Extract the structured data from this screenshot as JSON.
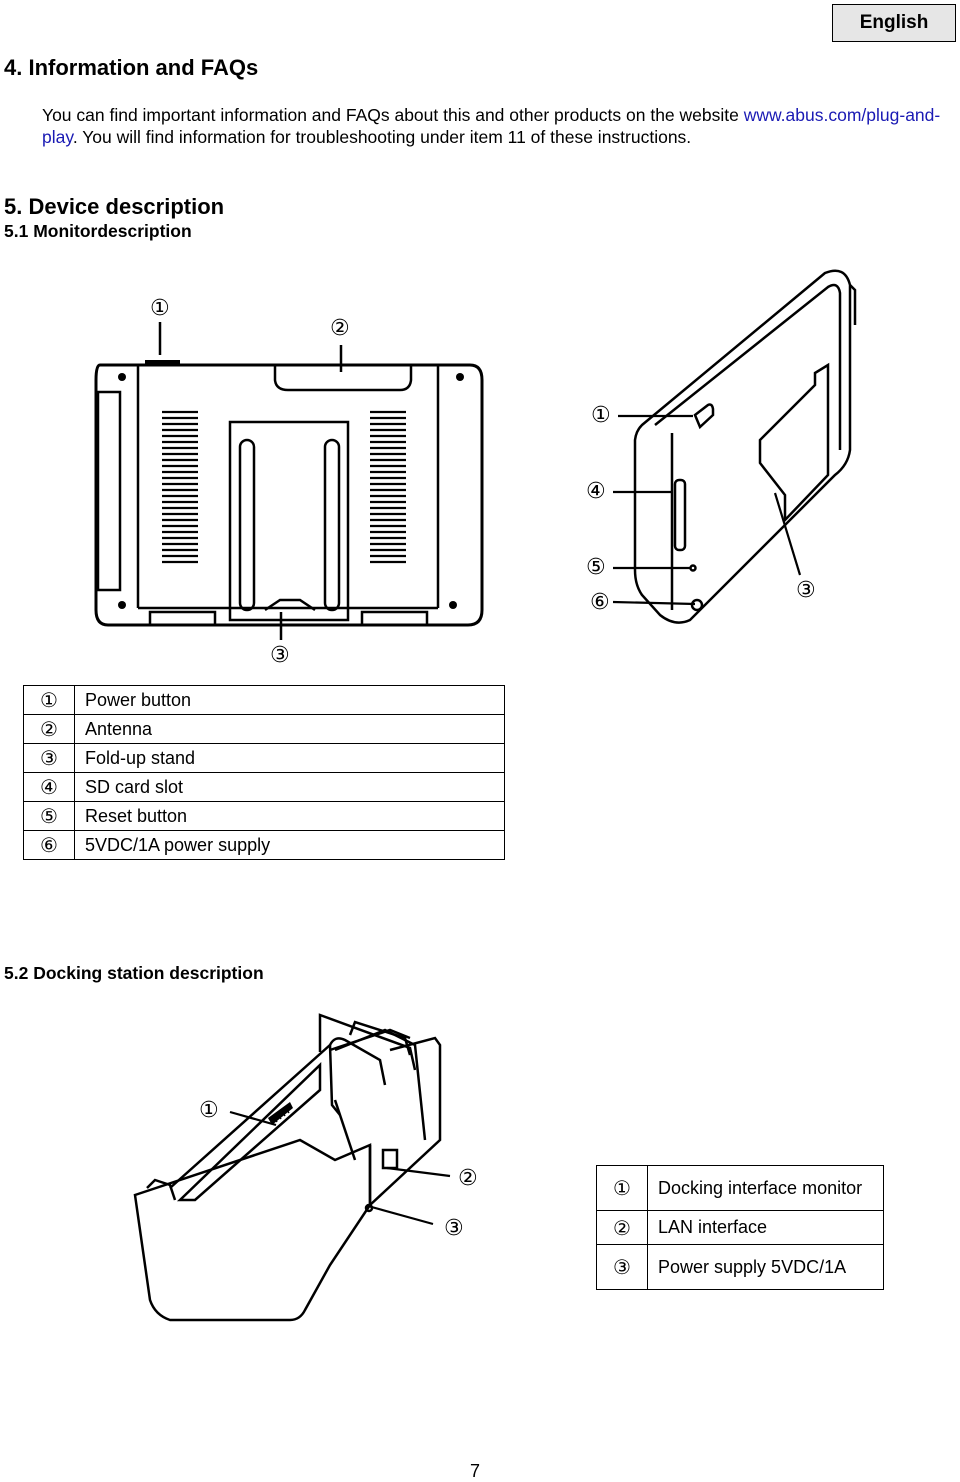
{
  "header": {
    "language_tab": "English"
  },
  "section4": {
    "title": "4.  Information and FAQs",
    "text_before_link": "You can find important information and FAQs about this and other products on the website ",
    "link": "www.abus.com/plug-and-play",
    "text_after_link": ". You will find information for troubleshooting under item 11 of these instructions."
  },
  "section5": {
    "title": "5.  Device description",
    "sub1": "5.1 Monitordescription",
    "sub2": "5.2  Docking station description"
  },
  "monitor": {
    "callouts": {
      "c1": "①",
      "c2": "②",
      "c3": "③",
      "c4": "④",
      "c5": "⑤",
      "c6": "⑥"
    },
    "legend": [
      {
        "n": "①",
        "label": "Power button"
      },
      {
        "n": "②",
        "label": "Antenna"
      },
      {
        "n": "③",
        "label": "Fold-up stand"
      },
      {
        "n": "④",
        "label": "SD card slot"
      },
      {
        "n": "⑤",
        "label": "Reset button"
      },
      {
        "n": "⑥",
        "label": "5VDC/1A power supply"
      }
    ]
  },
  "docking": {
    "callouts": {
      "c1": "①",
      "c2": "②",
      "c3": "③"
    },
    "legend": [
      {
        "n": "①",
        "label": "Docking interface monitor"
      },
      {
        "n": "②",
        "label": "LAN interface"
      },
      {
        "n": "③",
        "label": "Power supply 5VDC/1A"
      }
    ]
  },
  "footer": {
    "page_number": "7"
  }
}
